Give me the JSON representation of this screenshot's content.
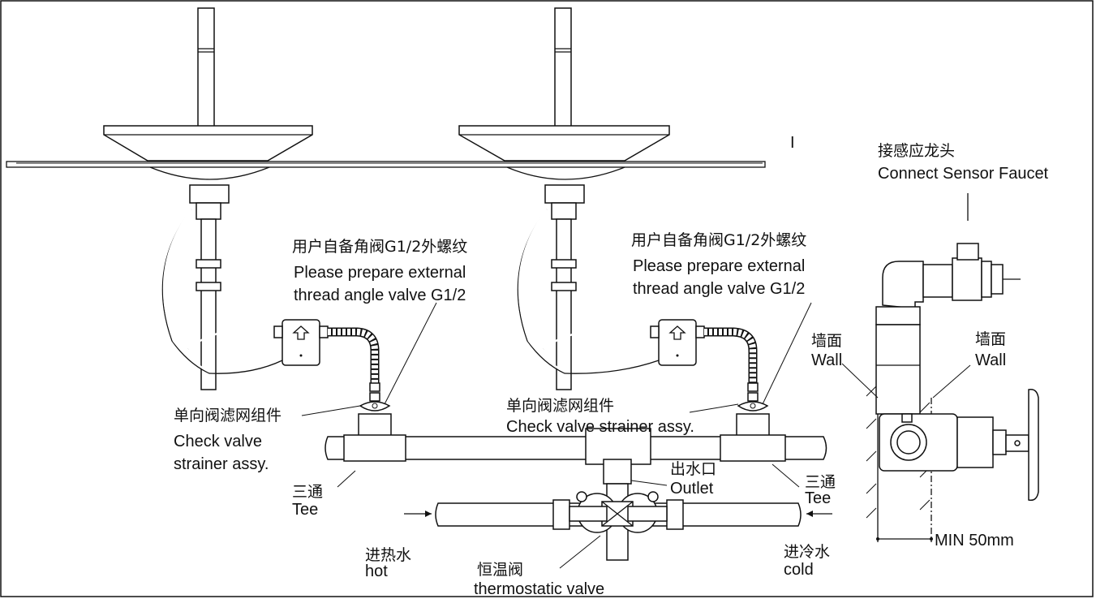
{
  "labels": {
    "angle_valve_left_cn": "用户自备角阀G1/2外螺纹",
    "angle_valve_left_en1": "Please prepare external",
    "angle_valve_left_en2": "thread angle valve G1/2",
    "angle_valve_right_cn": "用户自备角阀G1/2外螺纹",
    "angle_valve_right_en1": "Please prepare external",
    "angle_valve_right_en2": "thread angle valve G1/2",
    "check_valve_left_cn": "单向阀滤网组件",
    "check_valve_left_en1": "Check valve",
    "check_valve_left_en2": "strainer assy.",
    "check_valve_right_cn": "单向阀滤网组件",
    "check_valve_right_en": "Check valve strainer assy.",
    "tee_left_cn": "三通",
    "tee_left_en": "Tee",
    "tee_right_cn": "三通",
    "tee_right_en": "Tee",
    "outlet_cn": "出水口",
    "outlet_en": "Outlet",
    "hot_cn": "进热水",
    "hot_en": "hot",
    "cold_cn": "进冷水",
    "cold_en": "cold",
    "thermo_cn": "恒温阀",
    "thermo_en": "thermostatic valve",
    "sensor_cn": "接感应龙头",
    "sensor_en": "Connect Sensor Faucet",
    "wall_left_cn": "墙面",
    "wall_left_en": "Wall",
    "wall_right_cn": "墙面",
    "wall_right_en": "Wall",
    "min_dim": "MIN 50mm",
    "marker": "I"
  }
}
